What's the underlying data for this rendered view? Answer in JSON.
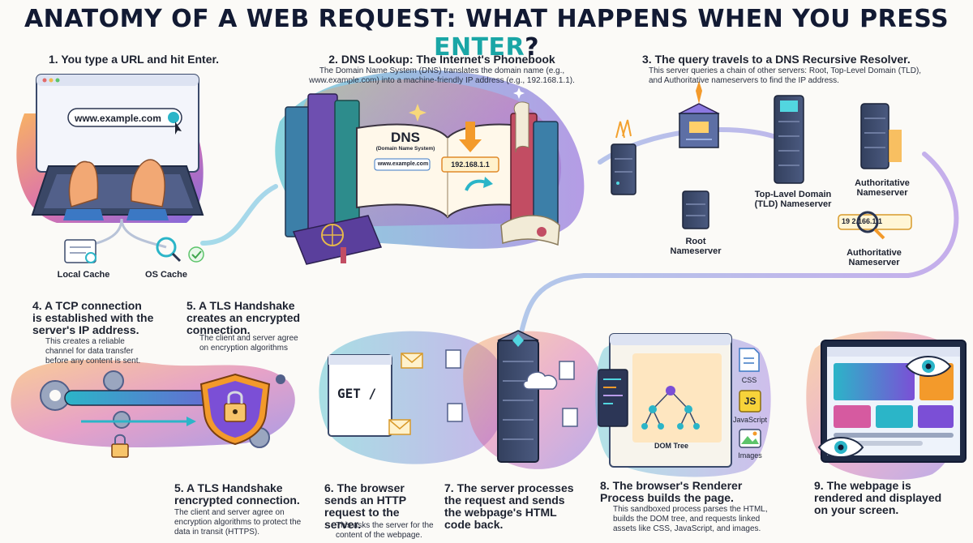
{
  "title": {
    "main": "ANATOMY OF A WEB REQUEST: WHAT HAPPENS WHEN YOU PRESS ",
    "accent": "ENTER",
    "end": "?"
  },
  "step1": {
    "title": "1. You type a URL and hit Enter.",
    "url": "www.example.com",
    "local_cache": "Local Cache",
    "os_cache": "OS Cache"
  },
  "step2": {
    "title": "2. DNS Lookup: The Internet's Phonebook",
    "desc": "The Domain Name System (DNS) translates the domain name (e.g., www.example.com) into a machine-friendly IP address (e.g., 192.168.1.1).",
    "book_title": "DNS",
    "book_subtitle": "(Domain Name System)",
    "book_domain": "www.example.com",
    "book_ip": "192.168.1.1"
  },
  "step3": {
    "title": "3. The query travels to a DNS Recursive Resolver.",
    "desc": "This server queries a chain of other servers: Root, Top-Level Domain (TLD), and Authoritative nameservers to find the IP address.",
    "root": "Root Nameserver",
    "tld": "Top-Lavel Domain (TLD) Nameserver",
    "auth_top": "Authoritative Nameserver",
    "auth_bottom": "Authoritative Nameserver",
    "ip_tag": "19 2.166.1.1"
  },
  "step4": {
    "title": "4. A TCP connection is established with the server's IP address.",
    "desc": "This creates a reliable channel for data transfer before any content is sent."
  },
  "step5a": {
    "title": "5. A TLS Handshake creates an encrypted connection.",
    "desc": "The client and server agree on encryption algorithms"
  },
  "step5b": {
    "title": "5. A TLS Handshake rencrypted connection.",
    "desc": "The client and server agree on encryption algorithms to protect the data in transit (HTTPS)."
  },
  "step6": {
    "title": "6. The browser sends an HTTP request to the server.",
    "desc": "This asks the server for the content of the webpage.",
    "get_label": "GET /"
  },
  "step7": {
    "title": "7. The server processes the request and sends the webpage's HTML code back."
  },
  "step8": {
    "title": "8. The browser's Renderer Process builds the page.",
    "desc": "This sandboxed process parses the HTML, builds the DOM tree, and requests linked assets like CSS, JavaScript, and images.",
    "dom_tree": "DOM Tree",
    "css": "CSS",
    "js_badge": "JS",
    "javascript": "JavaScript",
    "images": "Images"
  },
  "step9": {
    "title": "9. The webpage is rendered and displayed on your screen."
  },
  "colors": {
    "accent": "#1aa6a6",
    "purple": "#7b4fd6",
    "orange": "#f39a2b",
    "teal": "#26b6c6",
    "navy": "#121a33"
  }
}
